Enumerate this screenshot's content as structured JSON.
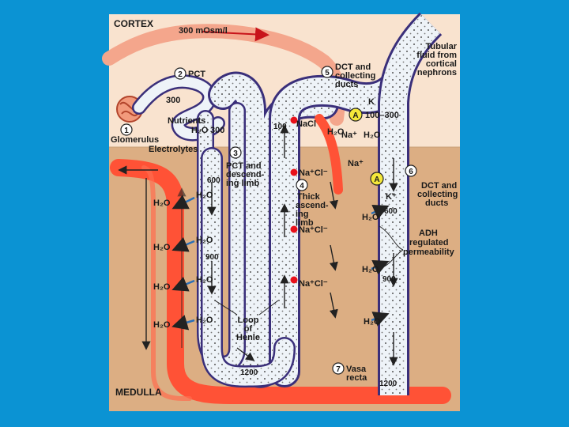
{
  "zones": {
    "cortex": "CORTEX",
    "medulla": "MEDULLA"
  },
  "labels": {
    "osm_300_top": "300 mOsm/l",
    "tubular_fluid": [
      "Tubular",
      "fluid from",
      "cortical",
      "nephrons"
    ],
    "step2": "PCT",
    "step5": [
      "DCT and",
      "collecting",
      "ducts"
    ],
    "step1": "Glomerulus",
    "nutrients": "Nutrients",
    "electrolytes": "Electrolytes",
    "step3": [
      "PCT and",
      "descend-",
      "ing limb"
    ],
    "step4": [
      "Thick",
      "ascend-",
      "ing",
      "limb"
    ],
    "step6": [
      "DCT and",
      "collecting",
      "ducts"
    ],
    "adh": [
      "ADH",
      "regulated",
      "permeability"
    ],
    "loop": [
      "Loop",
      "of",
      "Henle"
    ],
    "step7": [
      "Vasa",
      "recta"
    ]
  },
  "numbers": {
    "n300_pct": "300",
    "n300_h2o": "300",
    "n100": "100",
    "n100_300": "100–300",
    "n600_desc": "600",
    "n900_desc": "900",
    "n1200_loop": "1200",
    "n600_cd": "600",
    "n900_cd": "900",
    "n1200_cd": "1200"
  },
  "steps": [
    "1",
    "2",
    "3",
    "4",
    "5",
    "6",
    "7"
  ],
  "ions": {
    "nacl": "NaCl",
    "nacl_charged": "Na⁺Cl⁻",
    "na_plus": "Na⁺",
    "k_plus": "K⁺",
    "k": "K",
    "a": "A",
    "h2o": "H₂O"
  },
  "colors": {
    "frame": "#0b93d3",
    "cortex": "#f9e3cf",
    "medulla": "#dcae83",
    "tubule_fill": "#eef3f8",
    "tubule_border": "#3a2f7a",
    "vessel": "#ff5236",
    "vessel_light": "#f4a68c",
    "pump": "#f5e83a",
    "pump_red": "#e8101a"
  }
}
